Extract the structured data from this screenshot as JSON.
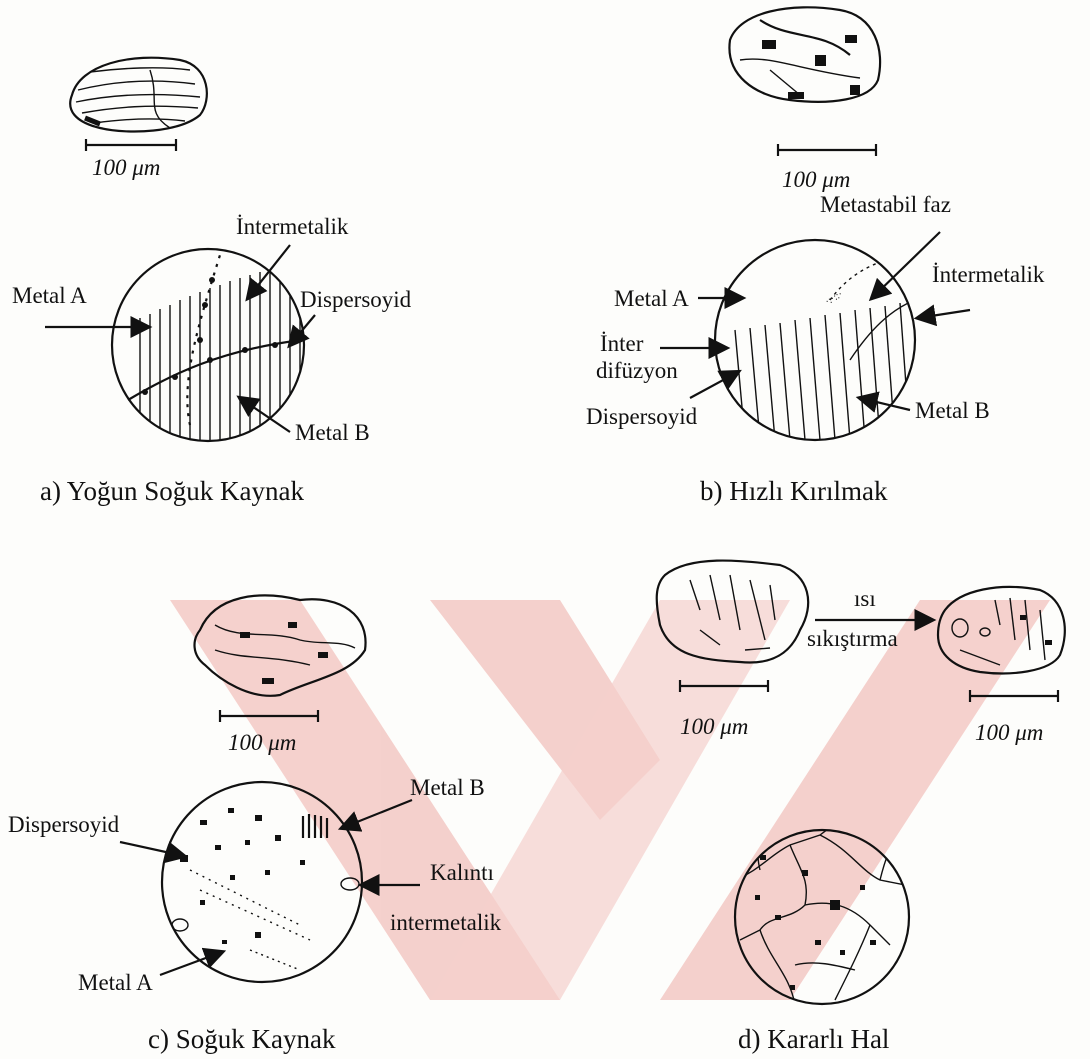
{
  "panels": {
    "a": {
      "caption": "a) Yoğun Soğuk Kaynak",
      "scale_label": "100 μm",
      "labels": {
        "intermetalik": "İntermetalik",
        "metal_a": "Metal A",
        "dispersoyid": "Dispersoyid",
        "metal_b": "Metal B"
      }
    },
    "b": {
      "caption": "b) Hızlı Kırılmak",
      "scale_label": "100 μm",
      "labels": {
        "metastabil": "Metastabil faz",
        "intermetalik": "İntermetalik",
        "metal_a": "Metal A",
        "inter": "İnter",
        "difuzyon": "difüzyon",
        "dispersoyid": "Dispersoyid",
        "metal_b": "Metal B"
      }
    },
    "c": {
      "caption": "c) Soğuk Kaynak",
      "scale_label": "100 μm",
      "labels": {
        "metal_b": "Metal B",
        "dispersoyid": "Dispersoyid",
        "kalinti": "Kalıntı",
        "intermetalik": "intermetalik",
        "metal_a": "Metal A"
      }
    },
    "d": {
      "caption": "d) Kararlı Hal",
      "scale_label_left": "100 μm",
      "scale_label_right": "100 μm",
      "labels": {
        "isi": "ısı",
        "sikistirma": "sıkıştırma"
      }
    }
  },
  "colors": {
    "ink": "#111111",
    "watermark": "#f3c9c4"
  }
}
